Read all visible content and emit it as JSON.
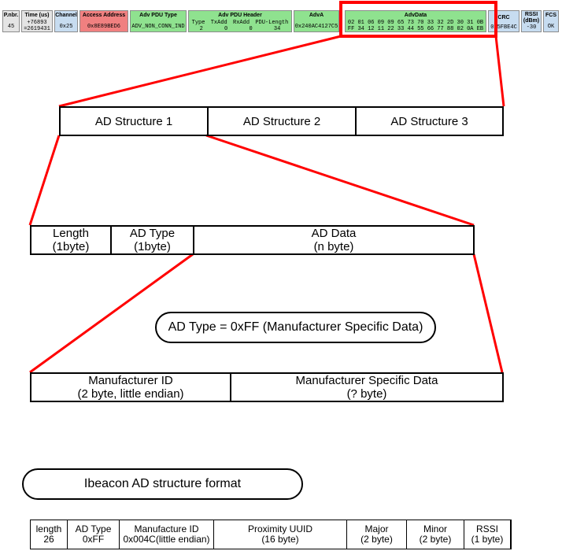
{
  "packet": {
    "pnbr": {
      "header": "P.nbr.",
      "value": "45"
    },
    "time": {
      "header": "Time (us)",
      "delta": "+76893",
      "value": "=2619431"
    },
    "channel": {
      "header": "Channel",
      "value": "0x25"
    },
    "access_address": {
      "header": "Access Address",
      "value": "0x8E89BED6"
    },
    "adv_pdu_type": {
      "header": "Adv PDU Type",
      "value": "ADV_NON_CONN_IND"
    },
    "adv_pdu_header": {
      "header": "Adv PDU Header",
      "fields": [
        "Type",
        "TxAdd",
        "RxAdd",
        "PDU-Length"
      ],
      "values": [
        "2",
        "0",
        "0",
        "34"
      ]
    },
    "adva": {
      "header": "AdvA",
      "value": "0x240AC4127C5"
    },
    "advdata": {
      "header": "AdvData",
      "line1": "02 01 06 09 09 65 73 70 33 32 2D 30 31 0B",
      "line2": "FF 34 12 11 22 33 44 55 66 77 88 02 0A EB"
    },
    "crc": {
      "header": "CRC",
      "value": "0x5FBE4C"
    },
    "rssi": {
      "header": "RSSI (dBm)",
      "value": "-30"
    },
    "fcs": {
      "header": "FCS",
      "value": "OK"
    }
  },
  "ad_structures": [
    "AD Structure 1",
    "AD Structure 2",
    "AD Structure 3"
  ],
  "ad_fields": [
    {
      "line1": "Length",
      "line2": "(1byte)"
    },
    {
      "line1": "AD Type",
      "line2": "(1byte)"
    },
    {
      "line1": "AD Data",
      "line2": "(n byte)"
    }
  ],
  "ad_type_note": "AD Type = 0xFF (Manufacturer Specific Data)",
  "manufacturer_fields": [
    {
      "line1": "Manufacturer ID",
      "line2": "(2 byte, little endian)"
    },
    {
      "line1": "Manufacturer Specific Data",
      "line2": "(? byte)"
    }
  ],
  "ibeacon_title": "Ibeacon AD structure format",
  "ibeacon_fields": [
    {
      "line1": "length",
      "line2": "26"
    },
    {
      "line1": "AD Type",
      "line2": "0xFF"
    },
    {
      "line1": "Manufacture ID",
      "line2": "0x004C(little endian)"
    },
    {
      "line1": "Proximity UUID",
      "line2": "(16 byte)"
    },
    {
      "line1": "Major",
      "line2": "(2 byte)"
    },
    {
      "line1": "Minor",
      "line2": "(2 byte)"
    },
    {
      "line1": "RSSI",
      "line2": "(1 byte)"
    }
  ],
  "colors": {
    "highlight": "#ff0000",
    "grey": "#e4e4e4",
    "blue": "#c7dcf0",
    "red": "#f08080",
    "green": "#8fe28f"
  }
}
